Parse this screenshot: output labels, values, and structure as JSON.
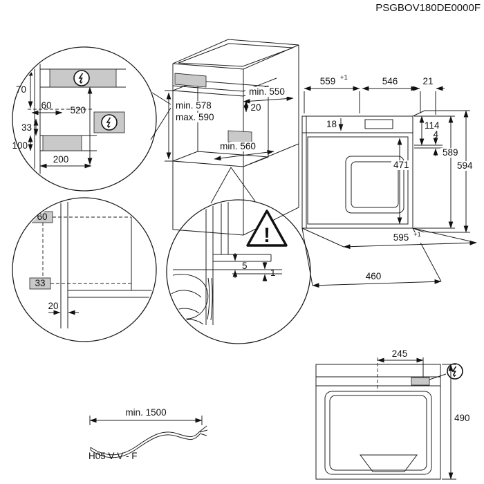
{
  "doc": {
    "code": "PSGBOV180DE0000F"
  },
  "cabinet": {
    "niche_width": "min. 550",
    "rail": "20",
    "niche_height_min": "min. 578",
    "niche_height_max": "max. 590",
    "niche_depth": "min. 560"
  },
  "outlet_detail": {
    "top_offset": "70",
    "side_offset": "60",
    "zone_height": "520",
    "alt_offset": "33",
    "alt_height": "100",
    "alt_width": "200"
  },
  "corner_detail": {
    "front_offset": "60",
    "side_gap": "33",
    "panel_thickness": "20"
  },
  "floor_detail": {
    "gap_top": "5",
    "gap_bottom": "1",
    "warning_mark": "!"
  },
  "oven": {
    "w559": "559",
    "w559_tol": "+1",
    "d546": "546",
    "d21": "21",
    "t18": "18",
    "h114": "114",
    "g4": "4",
    "h471": "471",
    "h589": "589",
    "h594": "594",
    "w595": "595",
    "w595_tol": "+1",
    "d460": "460"
  },
  "top_view": {
    "cable_offset": "245",
    "height": "490"
  },
  "cable": {
    "min_length": "min. 1500",
    "type_label": "H05 V V - F"
  }
}
